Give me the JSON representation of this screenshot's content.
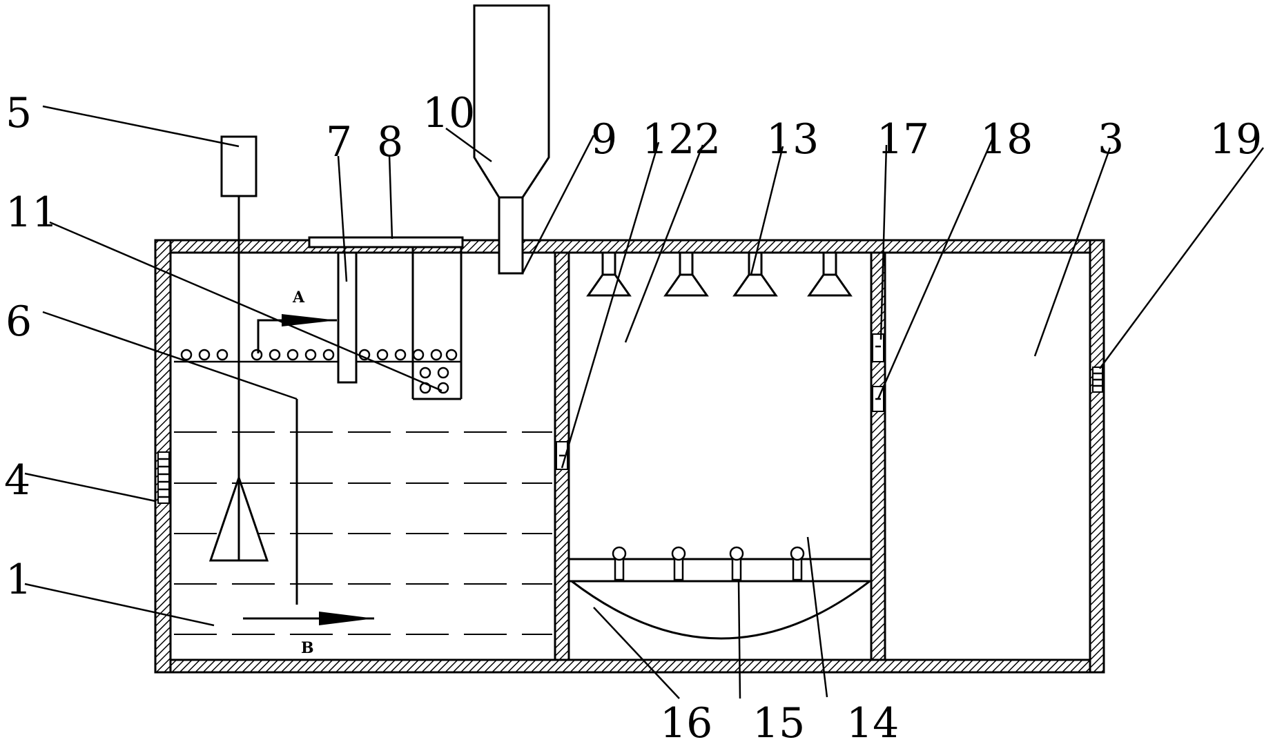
{
  "labels": {
    "l1": "1",
    "l2": "2",
    "l3": "3",
    "l4": "4",
    "l5": "5",
    "l6": "6",
    "l7": "7",
    "l8": "8",
    "l9": "9",
    "l10": "10",
    "l11": "11",
    "l12": "12",
    "l13": "13",
    "l14": "14",
    "l15": "15",
    "l16": "16",
    "l17": "17",
    "l18": "18",
    "l19": "19"
  },
  "flow": {
    "a": "A",
    "b": "B"
  }
}
